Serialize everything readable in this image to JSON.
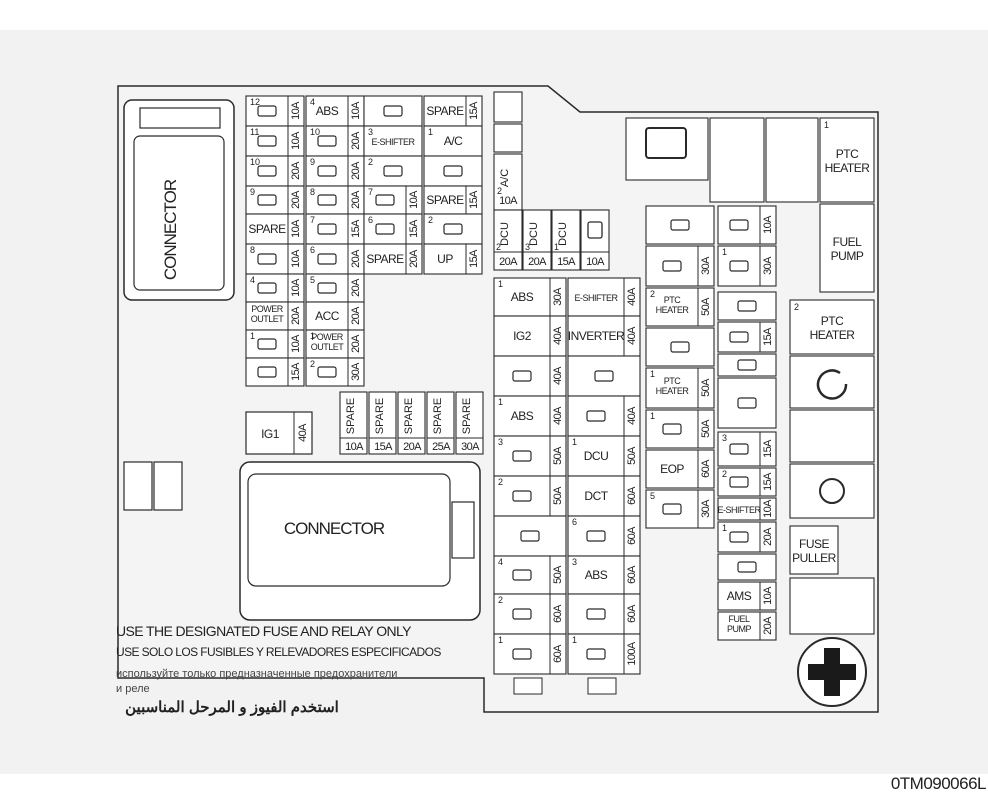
{
  "diagram": {
    "connector_left": "CONNECTOR",
    "connector_bottom": "CONNECTOR",
    "ig1": "IG1",
    "ig1_amp": "40A",
    "notes": {
      "en": "USE THE DESIGNATED FUSE AND RELAY ONLY",
      "es": "USE SOLO LOS FUSIBLES Y RELEVADORES ESPECIFICADOS",
      "ru_line1": "используйте только предназначенные предохранители",
      "ru_line2": "и реле",
      "ar": "استخدم الفيوز و المرحل المناسبين"
    },
    "left_block": {
      "rows": [
        {
          "c1": {
            "n": "12",
            "a": "10A",
            "t": ""
          },
          "c2": {
            "n": "4",
            "a": "10A",
            "t": "ABS"
          },
          "c3": {
            "n": "",
            "t": ""
          },
          "c4": {
            "t": "SPARE",
            "a": "15A"
          }
        },
        {
          "c1": {
            "n": "11",
            "a": "10A",
            "t": ""
          },
          "c2": {
            "n": "10",
            "a": "20A",
            "t": ""
          },
          "c3": {
            "n": "3",
            "t": "E-SHIFTER"
          },
          "c4": {
            "n": "1",
            "t": "A/C"
          }
        },
        {
          "c1": {
            "n": "10",
            "a": "20A",
            "t": ""
          },
          "c2": {
            "n": "9",
            "a": "20A",
            "t": ""
          },
          "c3": {
            "n": "2",
            "t": ""
          },
          "c4": {
            "t": ""
          }
        },
        {
          "c1": {
            "n": "9",
            "a": "20A",
            "t": ""
          },
          "c2": {
            "n": "8",
            "a": "20A",
            "t": ""
          },
          "c3": {
            "n": "7",
            "a": "10A",
            "t": ""
          },
          "c4": {
            "t": "SPARE",
            "a": "15A"
          }
        },
        {
          "c1": {
            "t": "SPARE",
            "a": "10A"
          },
          "c2": {
            "n": "7",
            "a": "15A",
            "t": ""
          },
          "c3": {
            "n": "6",
            "a": "15A",
            "t": ""
          },
          "c4": {
            "n": "2",
            "t": ""
          }
        },
        {
          "c1": {
            "n": "8",
            "a": "10A",
            "t": ""
          },
          "c2": {
            "n": "6",
            "a": "20A",
            "t": ""
          },
          "c3": {
            "t": "SPARE",
            "a": "20A"
          },
          "c4": {
            "t": "UP",
            "a": "15A"
          }
        },
        {
          "c1": {
            "n": "4",
            "a": "10A",
            "t": ""
          },
          "c2": {
            "n": "5",
            "a": "20A",
            "t": ""
          }
        },
        {
          "c1": {
            "t": "POWER OUTLET",
            "a": "20A"
          },
          "c2": {
            "t": "ACC",
            "a": "20A"
          }
        },
        {
          "c1": {
            "n": "1",
            "a": "10A",
            "t": ""
          },
          "c2": {
            "n": "1",
            "t": "POWER OUTLET",
            "a": "20A"
          }
        },
        {
          "c1": {
            "a": "15A",
            "t": ""
          },
          "c2": {
            "n": "2",
            "a": "30A",
            "t": ""
          }
        }
      ],
      "spares": [
        {
          "t": "SPARE",
          "a": "10A"
        },
        {
          "t": "SPARE",
          "a": "15A"
        },
        {
          "t": "SPARE",
          "a": "20A"
        },
        {
          "t": "SPARE",
          "a": "25A"
        },
        {
          "t": "SPARE",
          "a": "30A"
        }
      ]
    },
    "center": {
      "ac": "A/C",
      "ac_amp": "10A",
      "ac_num": "2",
      "dcu_cells": [
        {
          "n": "2",
          "t": "DCU",
          "a": "20A"
        },
        {
          "n": "3",
          "t": "DCU",
          "a": "20A"
        },
        {
          "n": "1",
          "t": "DCU",
          "a": "15A"
        },
        {
          "n": "",
          "t": "",
          "a": "10A"
        }
      ],
      "mid_left": [
        {
          "n": "1",
          "t": "ABS",
          "a": "30A"
        },
        {
          "n": "",
          "t": "IG2",
          "a": "40A"
        },
        {
          "n": "",
          "t": "",
          "a": "40A"
        },
        {
          "n": "1",
          "t": "ABS",
          "a": "40A"
        },
        {
          "n": "3",
          "t": "",
          "a": "50A"
        },
        {
          "n": "2",
          "t": "",
          "a": "50A"
        },
        {
          "n": "",
          "t": "",
          "a": ""
        },
        {
          "n": "4",
          "t": "",
          "a": "50A"
        },
        {
          "n": "2",
          "t": "",
          "a": "60A"
        },
        {
          "n": "1",
          "t": "",
          "a": "60A"
        }
      ],
      "mid_right": [
        {
          "n": "",
          "t": "E-SHIFTER",
          "a": "40A"
        },
        {
          "n": "",
          "t": "INVERTER",
          "a": "40A"
        },
        {
          "n": "",
          "t": "",
          "a": ""
        },
        {
          "n": "",
          "t": "",
          "a": "40A"
        },
        {
          "n": "1",
          "t": "DCU",
          "a": "50A"
        },
        {
          "n": "",
          "t": "DCT",
          "a": "60A"
        },
        {
          "n": "6",
          "t": "",
          "a": "60A"
        },
        {
          "n": "3",
          "t": "ABS",
          "a": "60A"
        },
        {
          "n": "",
          "t": "",
          "a": "60A"
        },
        {
          "n": "1",
          "t": "",
          "a": "100A"
        }
      ]
    },
    "right": {
      "top": [
        {
          "t": ""
        },
        {
          "t": ""
        },
        {
          "t": ""
        },
        {
          "n": "1",
          "t": "PTC HEATER"
        }
      ],
      "col_a": [
        {
          "n": "",
          "t": "",
          "a": ""
        },
        {
          "n": "",
          "t": "",
          "a": "30A"
        },
        {
          "n": "2",
          "t": "PTC HEATER",
          "a": "50A"
        },
        {
          "n": "",
          "t": "",
          "a": ""
        },
        {
          "n": "1",
          "t": "PTC HEATER",
          "a": "50A"
        },
        {
          "n": "1",
          "t": "",
          "a": "50A"
        },
        {
          "n": "",
          "t": "EOP",
          "a": "60A"
        },
        {
          "n": "5",
          "t": "",
          "a": "30A"
        }
      ],
      "col_b": [
        {
          "n": "",
          "t": "",
          "a": "10A"
        },
        {
          "n": "1",
          "t": "",
          "a": "30A"
        },
        {
          "n": "",
          "t": "",
          "a": ""
        },
        {
          "n": "",
          "t": "",
          "a": "15A"
        },
        {
          "n": "",
          "t": "",
          "a": ""
        },
        {
          "n": "",
          "t": "",
          "a": ""
        },
        {
          "n": "3",
          "t": "",
          "a": "15A"
        },
        {
          "n": "2",
          "t": "",
          "a": "15A"
        },
        {
          "n": "",
          "t": "E-SHIFTER",
          "a": "10A"
        },
        {
          "n": "1",
          "t": "",
          "a": "20A"
        },
        {
          "n": "",
          "t": "",
          "a": ""
        },
        {
          "n": "",
          "t": "AMS",
          "a": "10A"
        },
        {
          "n": "",
          "t": "FUEL PUMP",
          "a": "20A"
        }
      ],
      "col_c": [
        {
          "n": "",
          "t": "FUEL PUMP"
        },
        {
          "n": "2",
          "t": "PTC HEATER"
        },
        {
          "n": "",
          "t": ""
        },
        {
          "n": "",
          "t": ""
        },
        {
          "n": "",
          "t": ""
        },
        {
          "n": "",
          "t": "FUSE PULLER"
        },
        {
          "n": "",
          "t": ""
        }
      ]
    }
  },
  "caption": "0TM090066L",
  "colors": {
    "background": "#f2f2f2",
    "line": "#2a2a2a",
    "fill": "#ffffff",
    "band": "#ffffff"
  },
  "icons": [
    "rear-defrost-icon",
    "fog-lamp-icon",
    "fan-icon",
    "fuel-heater-icon",
    "trailer-icon",
    "abs-icon",
    "battery-icon",
    "cycle-icon",
    "plus-terminal-icon",
    "horn-icon",
    "wiper-icon",
    "steering-icon",
    "glow-plug-icon",
    "car-icon"
  ]
}
